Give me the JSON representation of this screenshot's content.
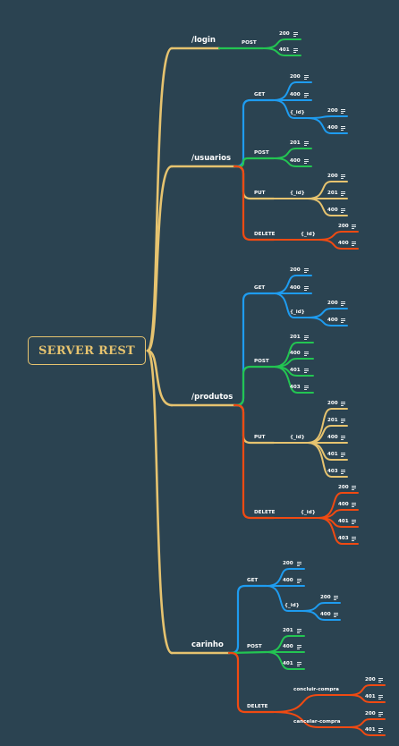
{
  "root": "SERVER REST",
  "colors": {
    "background": "#2b4351",
    "trunk": "#e6c36f",
    "get": "#1e9cf0",
    "post": "#23c552",
    "put": "#e6c36f",
    "delete": "#f04a12"
  },
  "note_icon": "note-icon",
  "branches": [
    {
      "name": "/login",
      "methods": [
        {
          "name": "POST",
          "kind": "post",
          "children": [
            "200",
            "401"
          ]
        }
      ]
    },
    {
      "name": "/usuarios",
      "methods": [
        {
          "name": "GET",
          "kind": "get",
          "children": [
            "200",
            "400",
            {
              "name": "{_id}",
              "children": [
                "200",
                "400"
              ]
            }
          ]
        },
        {
          "name": "POST",
          "kind": "post",
          "children": [
            "201",
            "400"
          ]
        },
        {
          "name": "PUT",
          "kind": "put",
          "children": [
            {
              "name": "{_id}",
              "children": [
                "200",
                "201",
                "400"
              ]
            }
          ]
        },
        {
          "name": "DELETE",
          "kind": "delete",
          "children": [
            {
              "name": "{_id}",
              "children": [
                "200",
                "400"
              ]
            }
          ]
        }
      ]
    },
    {
      "name": "/produtos",
      "methods": [
        {
          "name": "GET",
          "kind": "get",
          "children": [
            "200",
            "400",
            {
              "name": "{_id}",
              "children": [
                "200",
                "400"
              ]
            }
          ]
        },
        {
          "name": "POST",
          "kind": "post",
          "children": [
            "201",
            "400",
            "401",
            "403"
          ]
        },
        {
          "name": "PUT",
          "kind": "put",
          "children": [
            {
              "name": "{_id}",
              "children": [
                "200",
                "201",
                "400",
                "401",
                "403"
              ]
            }
          ]
        },
        {
          "name": "DELETE",
          "kind": "delete",
          "children": [
            {
              "name": "{_id}",
              "children": [
                "200",
                "400",
                "401",
                "403"
              ]
            }
          ]
        }
      ]
    },
    {
      "name": "carinho",
      "methods": [
        {
          "name": "GET",
          "kind": "get",
          "children": [
            "200",
            "400",
            {
              "name": "{_id}",
              "children": [
                "200",
                "400"
              ]
            }
          ]
        },
        {
          "name": "POST",
          "kind": "post",
          "children": [
            "201",
            "400",
            "401"
          ]
        },
        {
          "name": "DELETE",
          "kind": "delete",
          "children": [
            {
              "name": "concluir-compra",
              "children": [
                "200",
                "401"
              ]
            },
            {
              "name": "cancelar-compra",
              "children": [
                "200",
                "401"
              ]
            }
          ]
        }
      ]
    }
  ]
}
